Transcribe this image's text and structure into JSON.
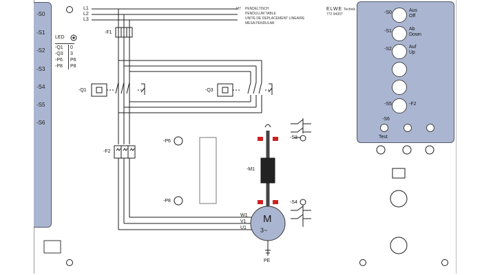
{
  "header": {
    "title_code": "M7",
    "title_lines": [
      "PENDELTISCH",
      "PENDULUM TABLE",
      "UNITE DE DEPLACEMENT LINEAIRE",
      "MESA PENDULAR"
    ],
    "brand": "ELWE",
    "brand_sub": "Technik",
    "part_number": "772 94307"
  },
  "left_panel": {
    "labels": [
      "-S0",
      "-S1",
      "-S2",
      "-S3",
      "-S4",
      "-S5",
      "-S6"
    ]
  },
  "led_table": {
    "title": "LED",
    "rows": [
      {
        "left": "-Q1",
        "right": "0"
      },
      {
        "left": "-Q3",
        "right": "3"
      },
      {
        "left": "-P6",
        "right": "P6"
      },
      {
        "left": "-P8",
        "right": "P8"
      }
    ]
  },
  "circuit": {
    "lines": [
      "L1",
      "L2",
      "L3"
    ],
    "fuse_label": "-F1",
    "contactor1": "-Q1",
    "contactor2": "-Q3",
    "overload": "-F2",
    "lamp_p6": "-P6",
    "lamp_p8": "-P8",
    "motor_label": "M",
    "motor_sub": "3~",
    "motor_terminals": [
      "W1",
      "V1",
      "U1"
    ],
    "pe": "PE",
    "mover": "-M1",
    "switch_s3": "-S3",
    "switch_s4": "-S4"
  },
  "right_panel": {
    "buttons": [
      {
        "id": "-S0",
        "de": "Aus",
        "en": "Off"
      },
      {
        "id": "-S1",
        "de": "Ab",
        "en": "Down"
      },
      {
        "id": "-S2",
        "de": "Auf",
        "en": "Up"
      },
      {
        "id": "",
        "de": "",
        "en": ""
      },
      {
        "id": "",
        "de": "",
        "en": ""
      },
      {
        "id": "-S5",
        "de": "-F2",
        "en": ""
      }
    ],
    "s6_label": "-S6",
    "test_label": "Test"
  },
  "colors": {
    "panel": "#aab6d1",
    "wire": "#1a1a1a",
    "red": "#cc2222",
    "spindle": "#444444"
  }
}
